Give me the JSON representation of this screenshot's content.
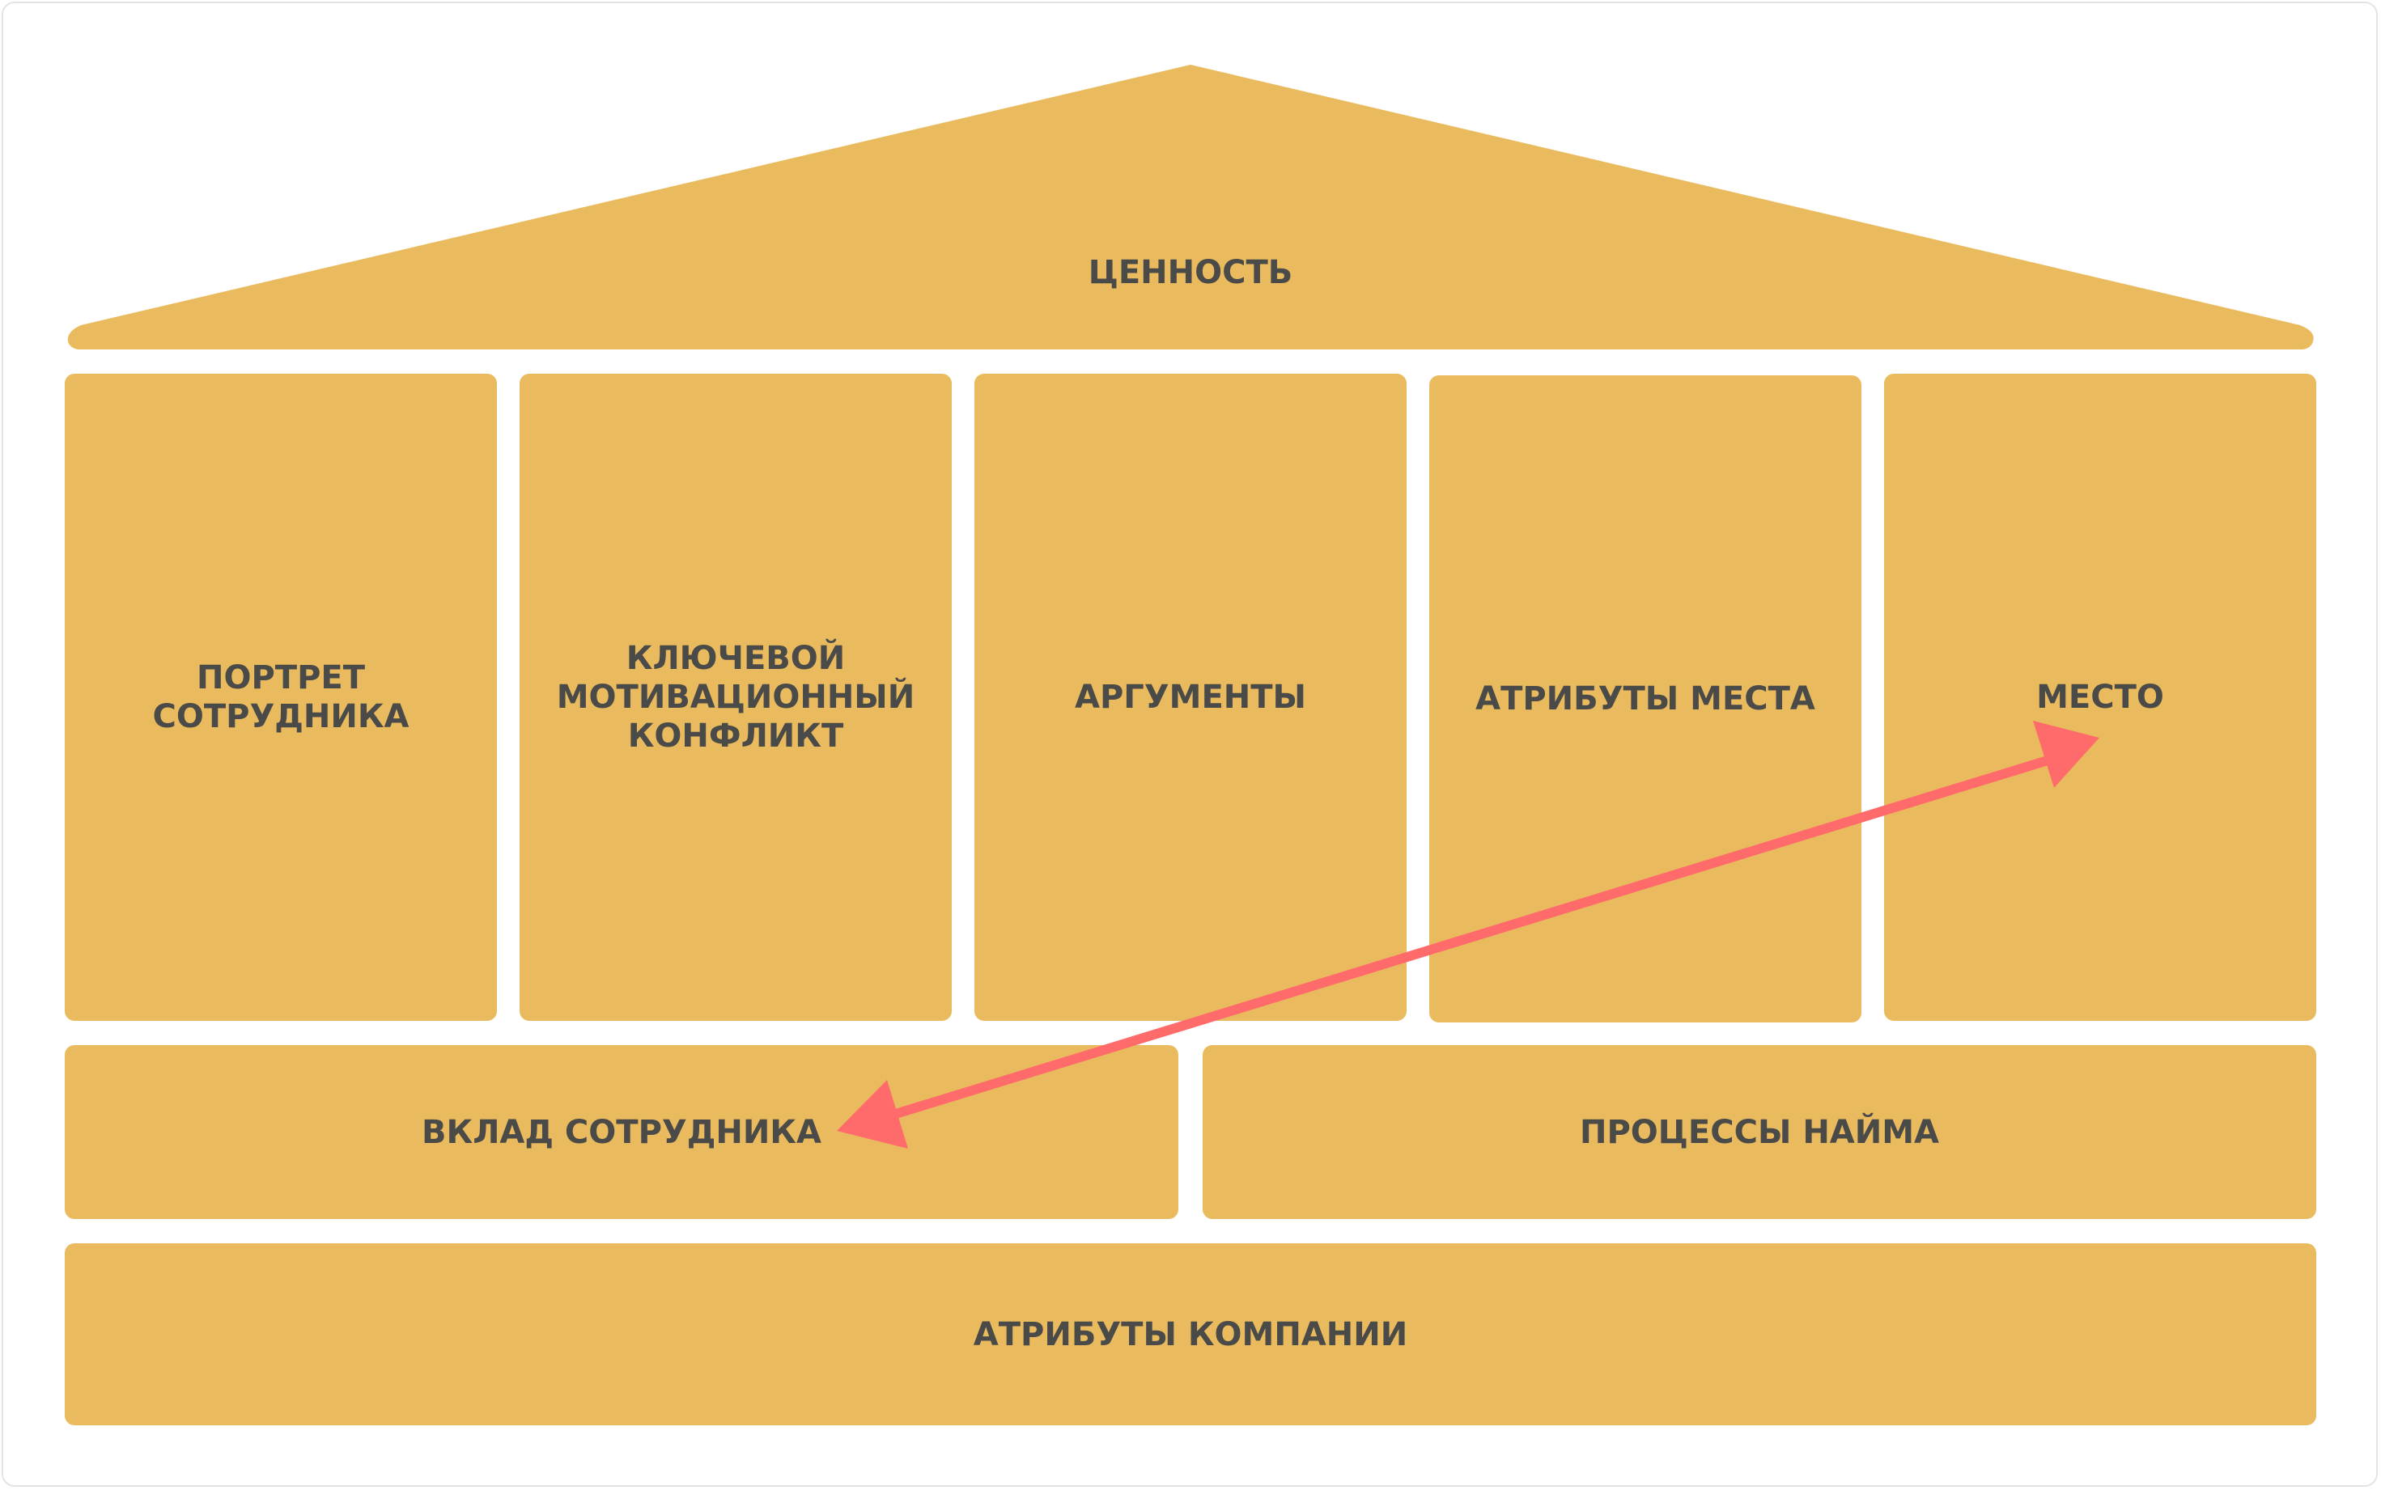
{
  "roof": {
    "label": "ЦЕННОСТЬ"
  },
  "pillars": [
    {
      "label": "ПОРТРЕТ СОТРУДНИКА"
    },
    {
      "label": "КЛЮЧЕВОЙ МОТИВАЦИОННЫЙ КОНФЛИКТ"
    },
    {
      "label": "АРГУМЕНТЫ"
    },
    {
      "label": "АТРИБУТЫ МЕСТА"
    },
    {
      "label": "МЕСТО"
    }
  ],
  "middle": {
    "left": "ВКЛАД СОТРУДНИКА",
    "right": "ПРОЦЕССЫ НАЙМА"
  },
  "foundation": {
    "label": "АТРИБУТЫ КОМПАНИИ"
  },
  "colors": {
    "block": "#EABB5E",
    "text": "#4A4A48",
    "arrow": "#FF6B6B"
  }
}
